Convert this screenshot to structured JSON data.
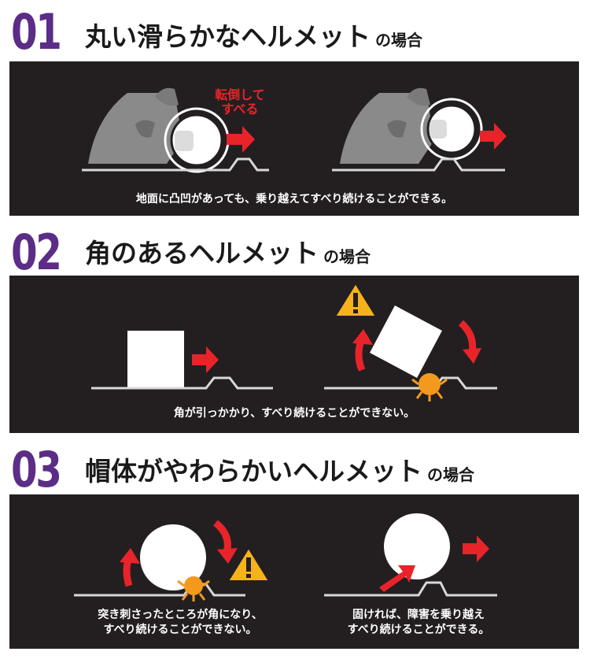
{
  "sections": [
    {
      "number": "01",
      "title": "丸い滑らかなヘルメット",
      "suffix": "の場合",
      "slip_label_line1": "転倒して",
      "slip_label_line2": "すべる",
      "caption": "地面に凸凹があっても、乗り越えてすべり続けることができる。"
    },
    {
      "number": "02",
      "title": "角のあるヘルメット",
      "suffix": "の場合",
      "caption": "角が引っかかり、すべり続けることができない。"
    },
    {
      "number": "03",
      "title": "帽体がやわらかいヘルメット",
      "suffix": "の場合",
      "caption_left_line1": "突き刺さったところが角になり、",
      "caption_left_line2": "すべり続けることができない。",
      "caption_right_line1": "固ければ、障害を乗り越え",
      "caption_right_line2": "すべり続けることができる。"
    }
  ],
  "colors": {
    "number": "#5b2d86",
    "panel": "#231f20",
    "arrow": "#e8242a",
    "warning": "#f5b21b",
    "impact": "#f39a1e"
  },
  "icons": [
    "warning-triangle-icon",
    "right-arrow-icon",
    "curved-arrow-icon",
    "impact-burst-icon"
  ]
}
